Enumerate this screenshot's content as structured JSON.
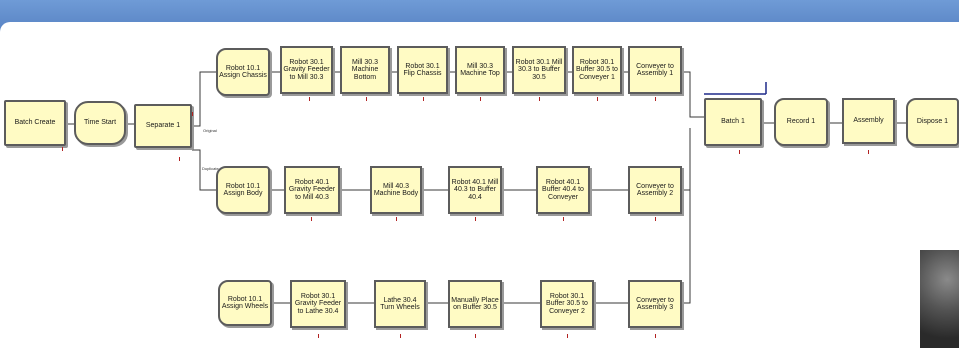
{
  "modules": {
    "batch_create": "Batch Create",
    "time_start": "Time Start",
    "separate_1": "Separate 1",
    "separate_out_original": "Original",
    "separate_out_duplicate": "Duplicate",
    "r1_assign": "Robot 10.1 Assign Chassis",
    "r1_gravity": "Robot 30.1 Gravity Feeder to Mill 30.3",
    "r1_mill_bottom": "Mill 30.3 Machine Bottom",
    "r1_flip": "Robot 30.1 Flip Chassis",
    "r1_mill_top": "Mill 30.3 Machine Top",
    "r1_to_buffer": "Robot 30.1 Mill 30.3 to Buffer 30.5",
    "r1_buffer_conv": "Robot 30.1 Buffer 30.5 to Conveyer 1",
    "r1_conveyer": "Conveyer to Assembly 1",
    "r2_assign": "Robot 10.1 Assign Body",
    "r2_gravity": "Robot 40.1 Gravity Feeder to Mill 40.3",
    "r2_mill_body": "Mill 40.3 Machine Body",
    "r2_to_buffer": "Robot 40.1 Mill 40.3 to Buffer 40.4",
    "r2_buffer_conv": "Robot 40.1 Buffer 40.4 to Conveyer",
    "r2_conveyer": "Conveyer to Assembly 2",
    "r3_assign": "Robot 10.1 Assign Wheels",
    "r3_gravity": "Robot 30.1 Gravity Feeder to Lathe 30.4",
    "r3_lathe": "Lathe 30.4 Turn Wheels",
    "r3_manual": "Manually Place on Buffer 30.5",
    "r3_buffer_conv": "Robot 30.1 Buffer 30.5 to Conveyer 2",
    "r3_conveyer": "Conveyer to Assembly 3",
    "batch_1": "Batch 1",
    "record_1": "Record 1",
    "assembly": "Assembly",
    "dispose_1": "Dispose 1"
  },
  "colors": {
    "module_fill": "#fffbc4",
    "connector": "#3a3a3a",
    "route_line": "#1f2a8a",
    "counter": "#b22222",
    "window_frame": "#4a76bb"
  }
}
